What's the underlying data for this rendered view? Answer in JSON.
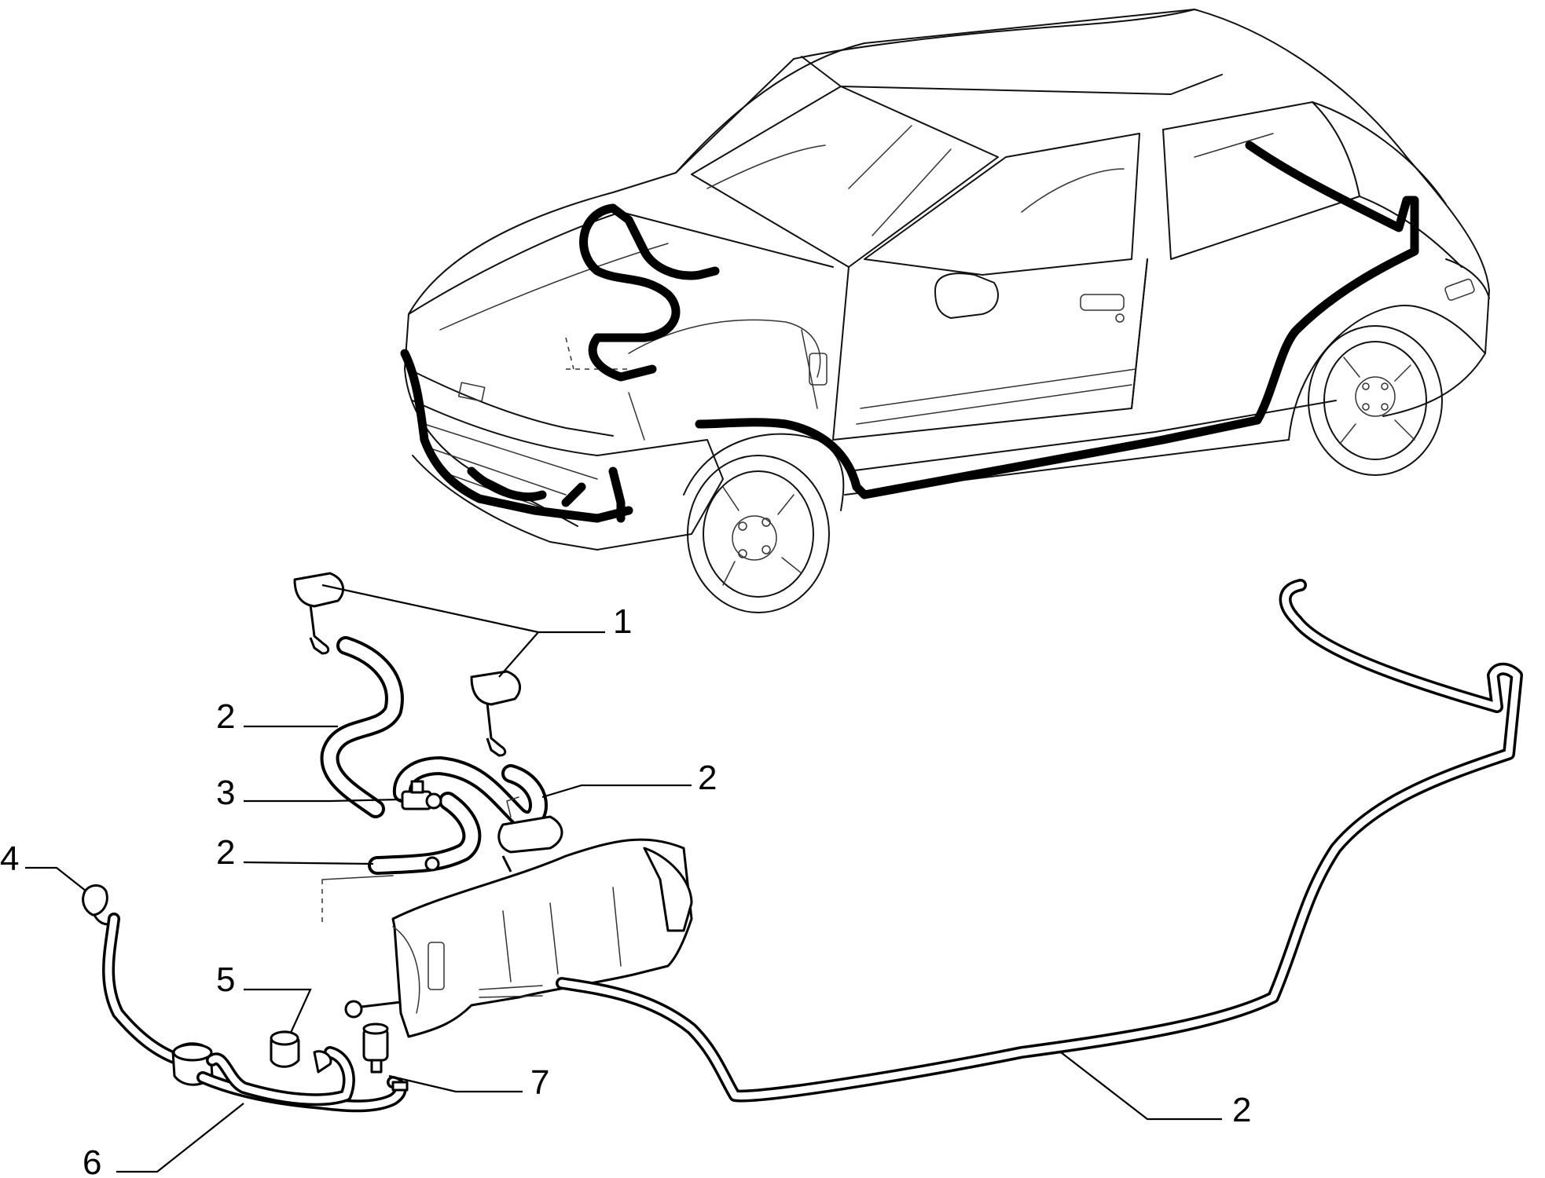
{
  "callouts": [
    {
      "id": "1a",
      "label": "1"
    },
    {
      "id": "2a",
      "label": "2"
    },
    {
      "id": "2b",
      "label": "2"
    },
    {
      "id": "3",
      "label": "3"
    },
    {
      "id": "2c",
      "label": "2"
    },
    {
      "id": "4",
      "label": "4"
    },
    {
      "id": "5",
      "label": "5"
    },
    {
      "id": "7",
      "label": "7"
    },
    {
      "id": "2d",
      "label": "2"
    },
    {
      "id": "6",
      "label": "6"
    }
  ]
}
